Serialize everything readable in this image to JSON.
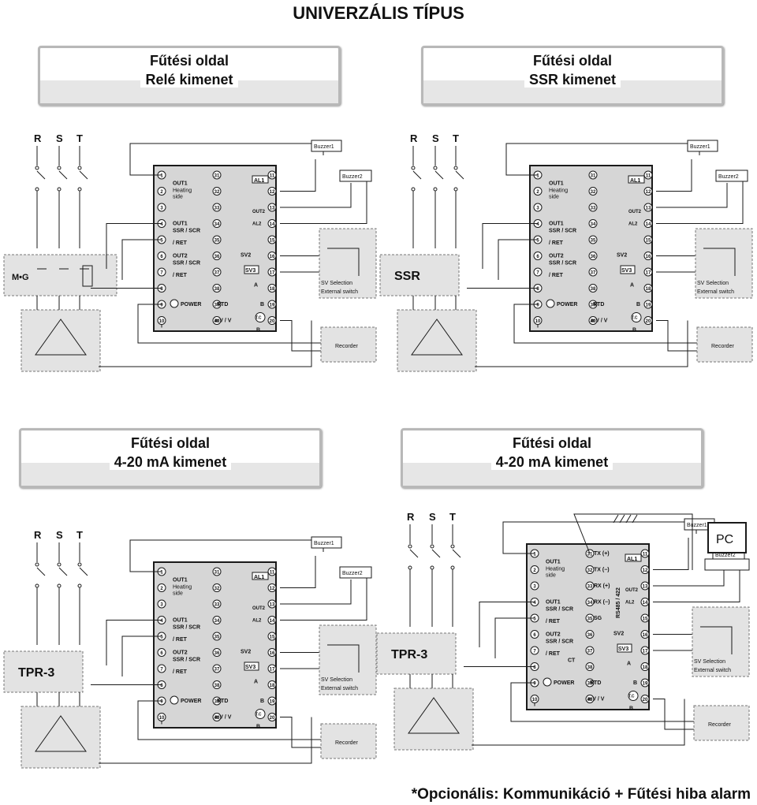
{
  "title": "UNIVERZÁLIS TÍPUS",
  "footnote": "*Opcionális: Kommunikáció + Fűtési hiba alarm",
  "headers": [
    {
      "line1": "Fűtési oldal",
      "line2": "Relé kimenet"
    },
    {
      "line1": "Fűtési oldal",
      "line2": "SSR kimenet"
    },
    {
      "line1": "Fűtési oldal",
      "line2": "4-20 mA kimenet"
    },
    {
      "line1": "Fűtési oldal",
      "line2": "4-20 mA kimenet"
    }
  ],
  "diagram_labels": {
    "phases": [
      "R",
      "S",
      "T"
    ],
    "left_terminals": [
      "1",
      "2",
      "3",
      "4",
      "5",
      "6",
      "7",
      "8",
      "9",
      "10"
    ],
    "mid_terminals": [
      "31",
      "32",
      "33",
      "34",
      "35",
      "36",
      "37",
      "38",
      "39",
      "40"
    ],
    "right_terminals": [
      "11",
      "12",
      "13",
      "14",
      "15",
      "16",
      "17",
      "18",
      "19",
      "20"
    ],
    "out1": "OUT1",
    "heating": "Heating",
    "side": "side",
    "out1b": "OUT1",
    "ssr_scr": "SSR / SCR",
    "ret": "/ RET",
    "out2": "OUT2",
    "power": "POWER",
    "al1": "AL1",
    "out2_al2": "OUT2",
    "al2": "AL2",
    "sv2": "SV2",
    "sv3": "SV3",
    "rtd": "RTD",
    "mvv": "mV / V",
    "tc": "T.C",
    "a": "A",
    "b": "B",
    "buzzer1": "Buzzer1",
    "buzzer2": "Buzzer2",
    "sv_sel1": "SV Selection",
    "sv_sel2": "External switch",
    "recorder": "Recorder",
    "tx_p": "TX (+)",
    "tx_m": "TX (−)",
    "rx_p": "RX (+)",
    "rx_m": "RX (−)",
    "sg": "SG",
    "rs": "RS485 / 422",
    "ct": "CT",
    "pc": "PC"
  },
  "loads": [
    "M•G",
    "SSR",
    "TPR-3",
    "TPR-3"
  ],
  "colors": {
    "line": "#1a1a1a",
    "panel_fill": "#e3e3e3",
    "dash": "#777777",
    "header_border": "#b8b8b8"
  }
}
